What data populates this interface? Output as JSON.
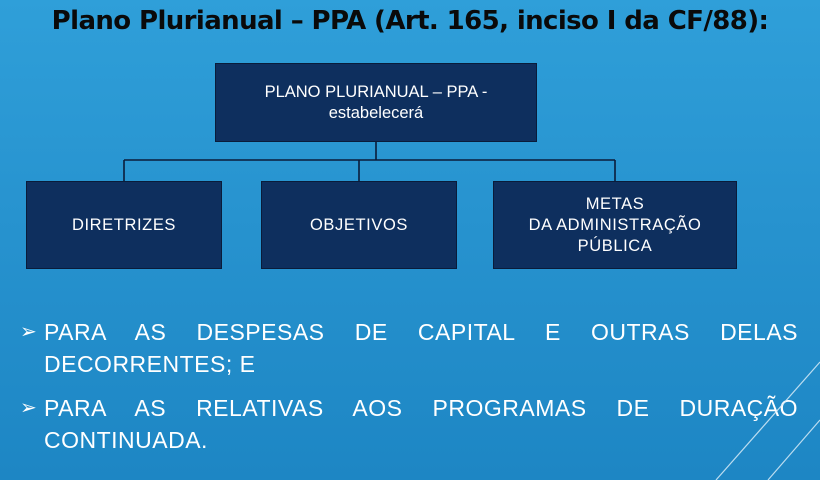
{
  "title": "Plano Plurianual – PPA  (Art. 165, inciso I da CF/88):",
  "diagram": {
    "root": [
      "PLANO PLURIANUAL – PPA -",
      "estabelecerá"
    ],
    "children": [
      [
        "DIRETRIZES"
      ],
      [
        "OBJETIVOS"
      ],
      [
        "METAS",
        "DA ADMINISTRAÇÃO",
        "PÚBLICA"
      ]
    ]
  },
  "bullets": [
    "PARA AS DESPESAS DE CAPITAL E OUTRAS DELAS DECORRENTES; E",
    "PARA AS RELATIVAS AOS PROGRAMAS DE DURAÇÃO CONTINUADA."
  ],
  "colors": {
    "background": "#2793cf",
    "box_fill": "#0e2f5e",
    "connector": "#0a1c3a"
  },
  "icons": {
    "bullet": "arrowhead-bullet-icon"
  }
}
